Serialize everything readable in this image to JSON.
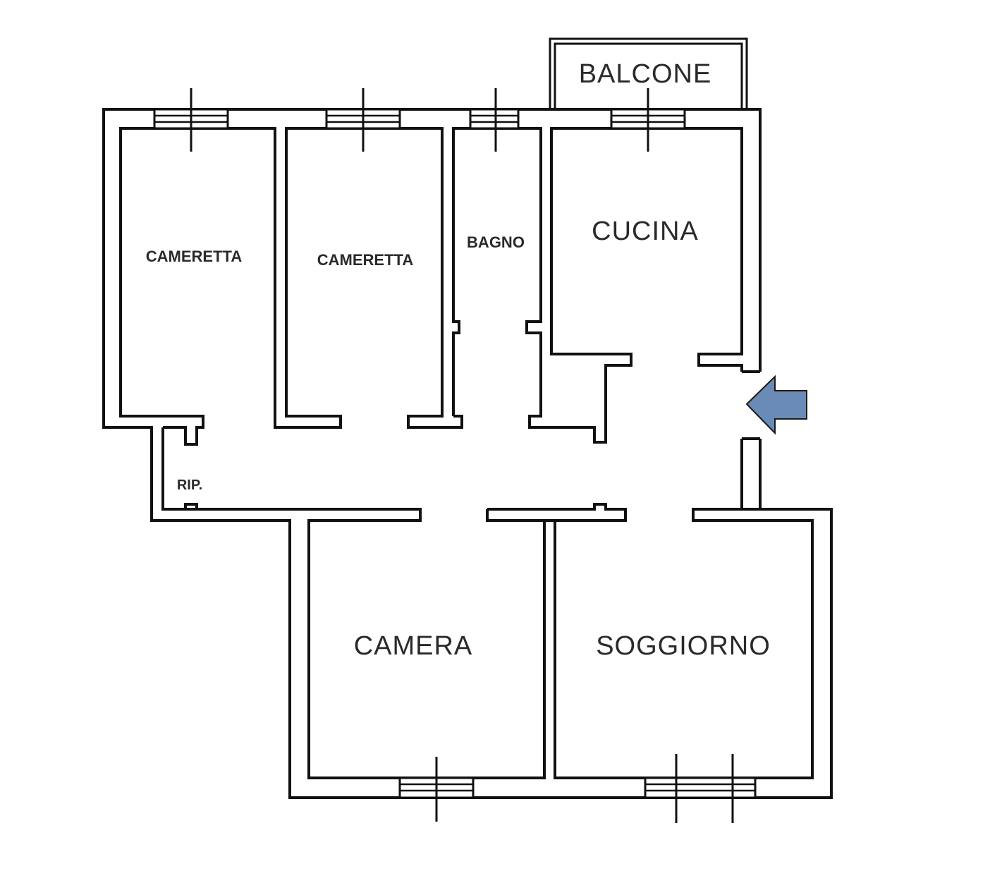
{
  "plan": {
    "rooms": {
      "balcone": "BALCONE",
      "cameretta_1": "CAMERETTA",
      "cameretta_2": "CAMERETTA",
      "bagno": "BAGNO",
      "cucina": "CUCINA",
      "ripostiglio": "RIP.",
      "camera": "CAMERA",
      "soggiorno": "SOGGIORNO"
    },
    "colors": {
      "walls": "#111111",
      "entrance_arrow": "#6a8bb8",
      "background": "#ffffff"
    },
    "icons": {
      "entrance": "arrow-left-icon"
    }
  }
}
